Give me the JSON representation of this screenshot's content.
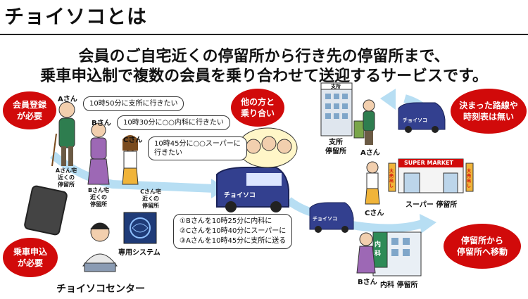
{
  "title": "チョイソコとは",
  "headline": {
    "line1": "会員のご自宅近くの停留所から行き先の停留所まで、",
    "line2": "乗車申込制で複数の会員を乗り合わせて送迎するサービスです。"
  },
  "callouts": {
    "member_registration": "会員登録\nが必要",
    "ride_request": "乗車申込\nが必要",
    "shared_ride": "他の方と\n乗り合い",
    "no_fixed_route": "決まった路線や\n時刻表は無い",
    "stop_to_stop": "停留所から\n停留所へ移動"
  },
  "passengers": {
    "a": {
      "name": "Aさん",
      "request": "10時50分に支所に行きたい",
      "stop": "Aさん宅\n近くの\n停留所"
    },
    "b": {
      "name": "Bさん",
      "request": "10時30分に○○内科に行きたい",
      "stop": "Bさん宅\n近くの\n停留所"
    },
    "c": {
      "name": "Cさん",
      "request": "10時45分に○○スーパーに\n行きたい",
      "stop": "Cさん宅\n近くの\n停留所"
    }
  },
  "system": {
    "label": "専用システム",
    "plan": [
      "①Bさんを10時25分に内科に",
      "②Cさんを10時40分にスーパーに",
      "③Aさんを10時45分に支所に送る"
    ]
  },
  "center": {
    "label": "チョイソコセンター"
  },
  "vehicle_logo": "チョイソコ",
  "destinations": {
    "branch": {
      "sign": "支所",
      "label": "支所\n停留所",
      "person": "Aさん"
    },
    "supermarket": {
      "sign": "SUPER MARKET",
      "label": "スーパー 停留所",
      "person": "Cさん",
      "banner": "大売出し"
    },
    "clinic": {
      "sign": "内科",
      "label": "内科 停留所",
      "person": "Bさん"
    }
  },
  "colors": {
    "red": "#d10a0a",
    "route": "#a8d8f0",
    "van": "#33408f"
  }
}
